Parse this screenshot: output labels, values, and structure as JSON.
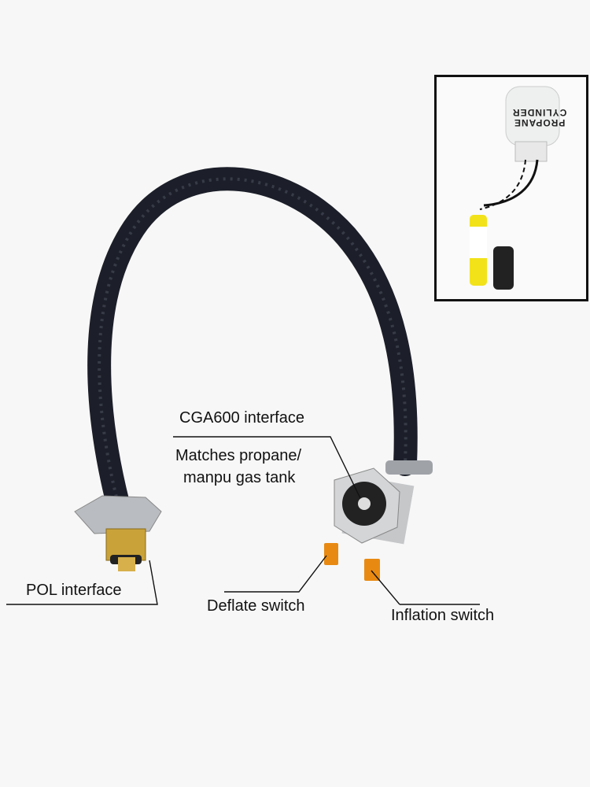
{
  "labels": {
    "cga600": "CGA600 interface",
    "matches_line1": "Matches propane/",
    "matches_line2": "manpu gas tank",
    "pol": "POL interface",
    "deflate": "Deflate switch",
    "inflation": "Inflation switch"
  },
  "inset": {
    "cylinder_line1": "PROPANE",
    "cylinder_line2": "CYLINDER"
  },
  "colors": {
    "hose": "#1c1f29",
    "brass": "#c9a23a",
    "knob": "#e88a12",
    "yellow_tank": "#f2e21a"
  }
}
